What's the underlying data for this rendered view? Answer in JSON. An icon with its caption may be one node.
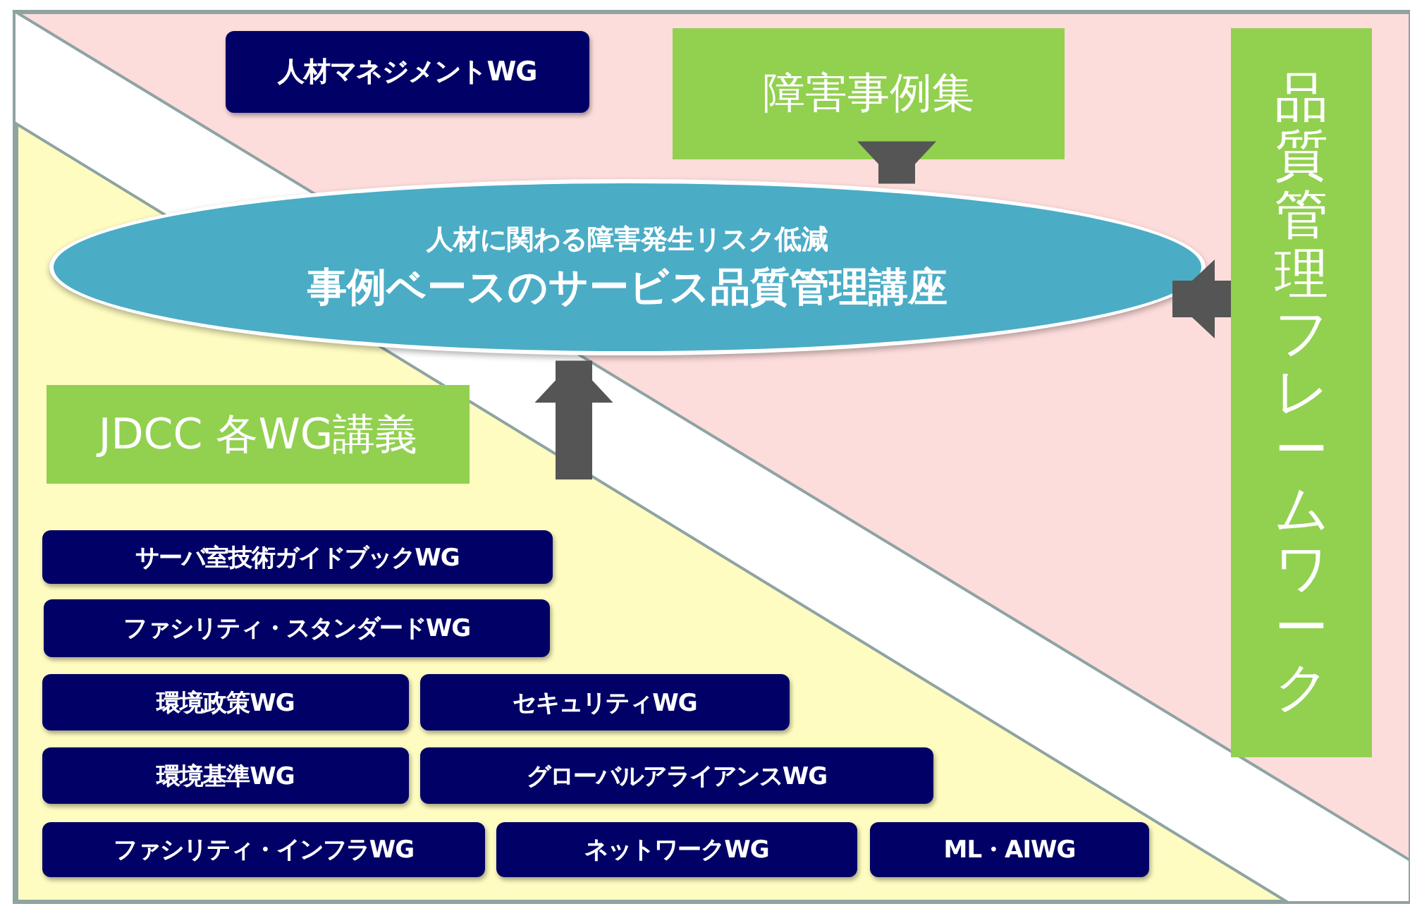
{
  "diagram": {
    "nodes": [
      {
        "text": [
          "人材マネジメントWG"
        ]
      },
      {
        "text": [
          "障害事例集"
        ]
      },
      {
        "text": [
          "品質管理フレームワーク"
        ]
      },
      {
        "text": [
          "人材に関わる障害発生リスク低減",
          "事例ベースのサービス品質管理講座"
        ]
      },
      {
        "text": [
          "JDCC 各WG講義"
        ]
      },
      {
        "text": [
          "サーバ室技術ガイドブックWG"
        ]
      },
      {
        "text": [
          "ファシリティ・スタンダードWG"
        ]
      },
      {
        "text": [
          "環境政策WG"
        ]
      },
      {
        "text": [
          "セキュリティWG"
        ]
      },
      {
        "text": [
          "環境基準WG"
        ]
      },
      {
        "text": [
          "グローバルアライアンスWG"
        ]
      },
      {
        "text": [
          "ファシリティ・インフラWG"
        ]
      },
      {
        "text": [
          "ネットワークWG"
        ]
      },
      {
        "text": [
          "ML・AIWG"
        ]
      }
    ],
    "edges": [
      {
        "from": 1,
        "to": 3,
        "arrow": "to"
      },
      {
        "from": 2,
        "to": 3,
        "arrow": "to"
      },
      {
        "from": null,
        "to": 3,
        "arrow": "to"
      }
    ]
  }
}
